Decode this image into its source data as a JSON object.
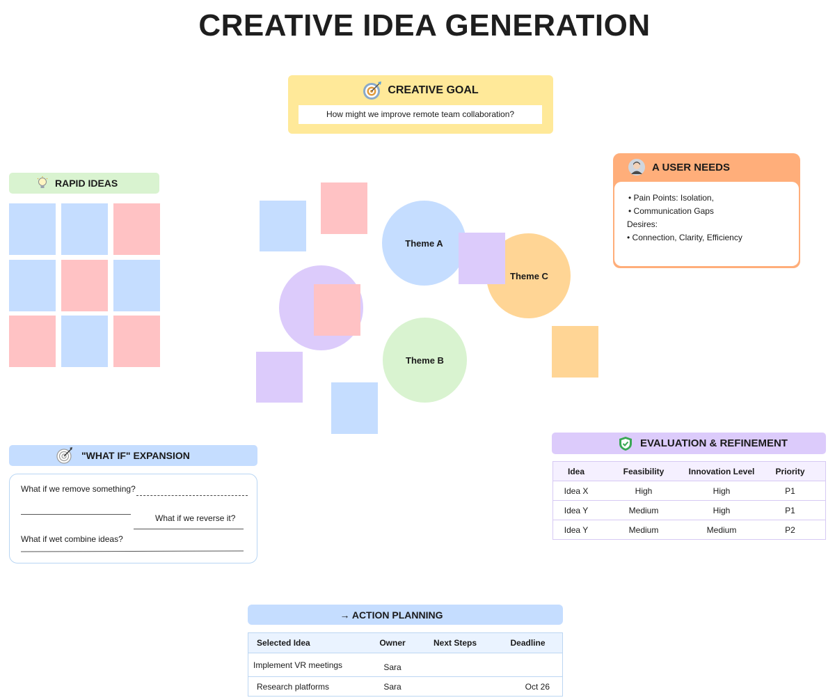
{
  "title": "CREATIVE IDEA GENERATION",
  "goal": {
    "heading": "CREATIVE GOAL",
    "question": "How might we improve remote team collaboration?",
    "icon": "target-icon"
  },
  "rapid": {
    "heading": "RAPID IDEAS",
    "icon": "lightbulb-icon"
  },
  "themes": {
    "a": "Theme A",
    "b": "Theme B",
    "c": "Theme C"
  },
  "needs": {
    "heading": "A USER NEEDS",
    "icon": "user-avatar-icon",
    "lines": [
      "• Pain Points: Isolation,",
      "• Communication Gaps",
      "Desires:",
      "• Connection, Clarity, Efficiency"
    ]
  },
  "whatif": {
    "heading": "\"WHAT IF\" EXPANSION",
    "icon": "dart-target-icon",
    "q1": "What if we remove something?",
    "q2": "What if we reverse it?",
    "q3": "What if wet combine ideas?"
  },
  "evaluation": {
    "heading": "EVALUATION & REFINEMENT",
    "icon": "shield-check-icon",
    "columns": [
      "Idea",
      "Feasibility",
      "Innovation Level",
      "Priority"
    ],
    "rows": [
      [
        "Idea X",
        "High",
        "High",
        "P1"
      ],
      [
        "Idea Y",
        "Medium",
        "High",
        "P1"
      ],
      [
        "Idea Y",
        "Medium",
        "Medium",
        "P2"
      ]
    ]
  },
  "action": {
    "heading": "→ ACTION PLANNING",
    "columns": [
      "Selected Idea",
      "Owner",
      "Next Steps",
      "Deadline"
    ],
    "rows": [
      [
        "Implement VR meetings",
        "Sara",
        "",
        ""
      ],
      [
        "Research platforms",
        "Sara",
        "",
        "Oct 26"
      ]
    ]
  },
  "colors": {
    "blue": "#c5ddff",
    "pink": "#ffc2c4",
    "purple": "#dccbfb",
    "orange": "#ffd595",
    "green": "#d9f3d0",
    "yellow": "#ffe999"
  }
}
